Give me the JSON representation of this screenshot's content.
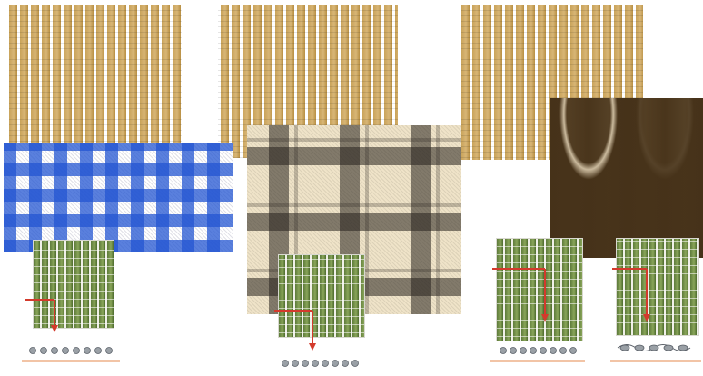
{
  "swatches": [
    {
      "name": "plain-weave-tile-1",
      "kind": "weave",
      "yarn_color": "#c9a35a"
    },
    {
      "name": "plain-weave-tile-2",
      "kind": "weave",
      "yarn_color": "#c9a35a"
    },
    {
      "name": "plain-weave-tile-3",
      "kind": "weave",
      "yarn_color": "#c9a35a"
    },
    {
      "name": "blue-gingham-fabric",
      "kind": "gingham",
      "colors": [
        "#2355d2",
        "#ffffff"
      ]
    },
    {
      "name": "beige-plaid-fabric",
      "kind": "plaid",
      "colors": [
        "#efe3c8",
        "#28231e"
      ]
    },
    {
      "name": "draped-satin-fabric",
      "kind": "satin",
      "colors": [
        "#5c4528",
        "#d9c39a"
      ]
    }
  ],
  "diagrams": [
    {
      "name": "weave-diagram-1",
      "grid_color": "#5d7a3a",
      "arrow_color": "#d33a2c",
      "baseline_color": "#f2c4a6"
    },
    {
      "name": "weave-diagram-2",
      "grid_color": "#5d7a3a",
      "arrow_color": "#d33a2c",
      "baseline_color": "#f2c4a6"
    },
    {
      "name": "weave-diagram-3",
      "grid_color": "#5d7a3a",
      "arrow_color": "#d33a2c",
      "baseline_color": "#f2c4a6"
    },
    {
      "name": "weave-diagram-4",
      "grid_color": "#5d7a3a",
      "arrow_color": "#d33a2c",
      "baseline_color": "#f2c4a6"
    }
  ]
}
